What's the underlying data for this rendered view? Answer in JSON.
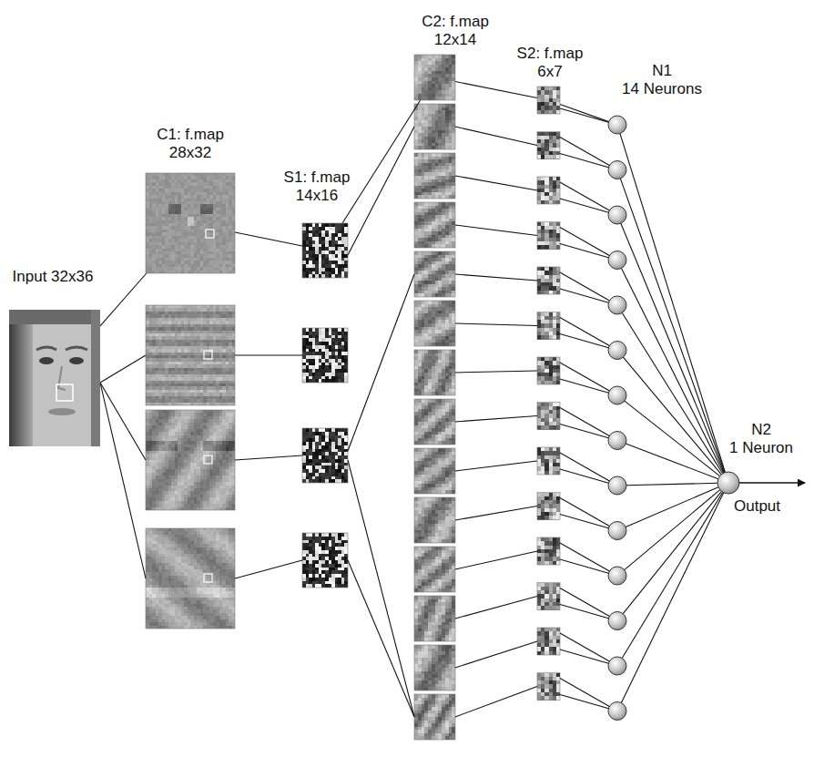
{
  "diagram": {
    "nodes": [
      {
        "text": [
          "Input 32x36"
        ]
      },
      {
        "text": [
          "C1: f.map 28x32"
        ]
      },
      {
        "text": [
          "S1: f.map 14x16"
        ]
      },
      {
        "text": [
          "C2: f.map 12x14"
        ]
      },
      {
        "text": [
          "S2: f.map 6x7"
        ]
      },
      {
        "text": [
          "N1 14 Neurons"
        ]
      },
      {
        "text": [
          "N2 1 Neuron"
        ]
      }
    ],
    "edges": [
      {
        "from": 0,
        "to": 1,
        "arrow": "none"
      },
      {
        "from": 1,
        "to": 2,
        "arrow": "none"
      },
      {
        "from": 2,
        "to": 3,
        "arrow": "none"
      },
      {
        "from": 3,
        "to": 4,
        "arrow": "none"
      },
      {
        "from": 4,
        "to": 5,
        "arrow": "none"
      },
      {
        "from": 5,
        "to": 6,
        "arrow": "none"
      }
    ],
    "labels": [
      "Output"
    ]
  }
}
